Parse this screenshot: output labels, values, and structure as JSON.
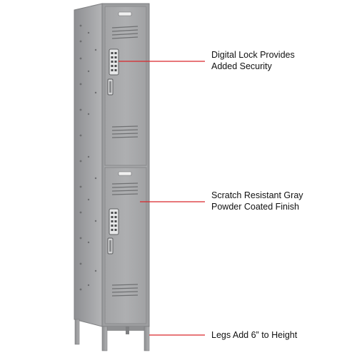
{
  "product": {
    "name": "Double tier steel locker with digital locks",
    "finish_color": "#a6a7a9",
    "leader_color": "#d9262b",
    "text_color": "#111111"
  },
  "callouts": [
    {
      "id": "digital-lock",
      "lines": [
        "Digital Lock Provides",
        "Added Security"
      ]
    },
    {
      "id": "finish",
      "lines": [
        "Scratch Resistant Gray",
        "Powder Coated Finish"
      ]
    },
    {
      "id": "legs",
      "lines": [
        "Legs Add 6” to Height"
      ]
    }
  ]
}
